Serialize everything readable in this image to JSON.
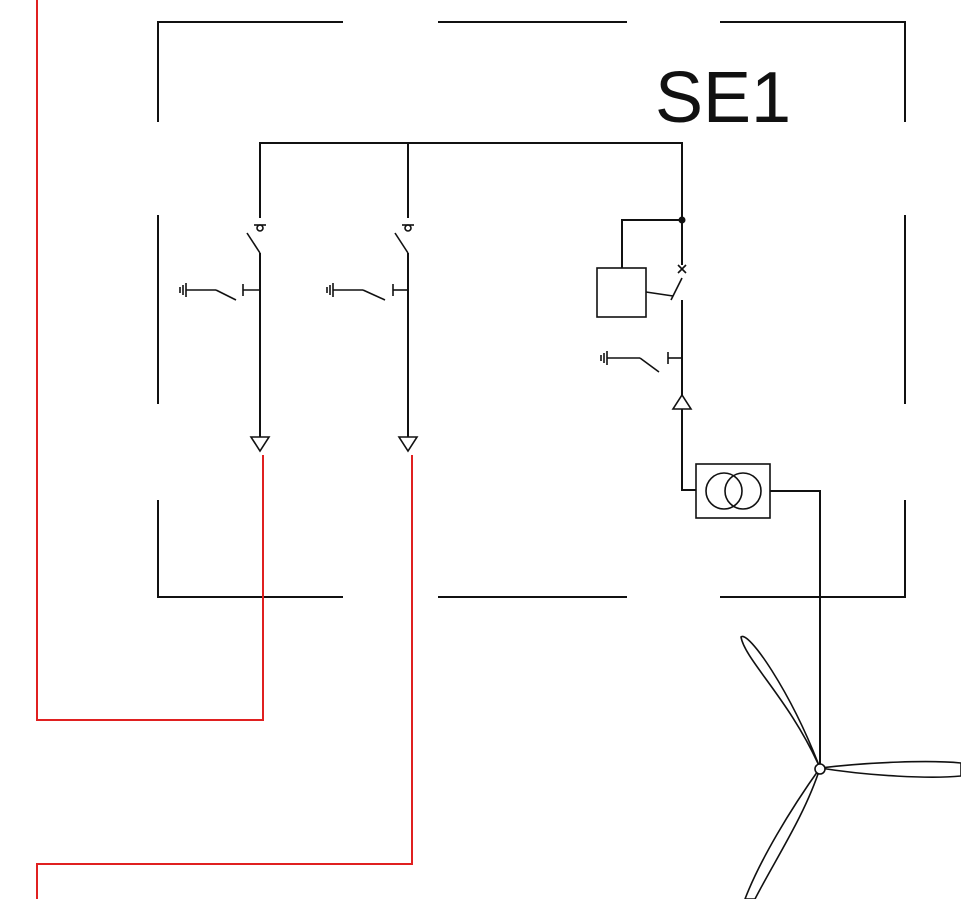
{
  "substation": {
    "label": "SE1"
  },
  "colors": {
    "line": "#111111",
    "external_cable": "#e02020",
    "background": "#ffffff"
  },
  "components": {
    "feeders": [
      "feeder-1",
      "feeder-2"
    ],
    "transformer_bay": [
      "circuit-breaker",
      "protection-relay",
      "earthing-switch",
      "current-transformer"
    ],
    "generator": "wind-turbine-icon"
  }
}
